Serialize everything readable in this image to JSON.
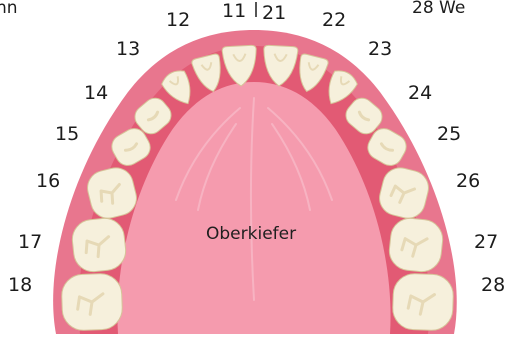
{
  "jaw_label": "Oberkiefer",
  "top_left_clipped_text": "hn",
  "top_right_clipped_text": "28 We",
  "teeth": [
    {
      "number": "11",
      "tooth_type": "incisor"
    },
    {
      "number": "12",
      "tooth_type": "incisor"
    },
    {
      "number": "13",
      "tooth_type": "canine"
    },
    {
      "number": "14",
      "tooth_type": "premolar"
    },
    {
      "number": "15",
      "tooth_type": "premolar"
    },
    {
      "number": "16",
      "tooth_type": "molar"
    },
    {
      "number": "17",
      "tooth_type": "molar"
    },
    {
      "number": "18",
      "tooth_type": "molar"
    },
    {
      "number": "21",
      "tooth_type": "incisor"
    },
    {
      "number": "22",
      "tooth_type": "incisor"
    },
    {
      "number": "23",
      "tooth_type": "canine"
    },
    {
      "number": "24",
      "tooth_type": "premolar"
    },
    {
      "number": "25",
      "tooth_type": "premolar"
    },
    {
      "number": "26",
      "tooth_type": "molar"
    },
    {
      "number": "27",
      "tooth_type": "molar"
    },
    {
      "number": "28",
      "tooth_type": "molar"
    }
  ],
  "colors": {
    "gum_outer": "#e8768e",
    "gum_inner": "#e25a74",
    "palate": "#f59bae",
    "palate_ridge": "#f7b3c2",
    "tooth": "#f6f0dc",
    "tooth_shade": "#e6d9b6",
    "tooth_outline": "#d6c499",
    "text": "#1c1c1c"
  }
}
